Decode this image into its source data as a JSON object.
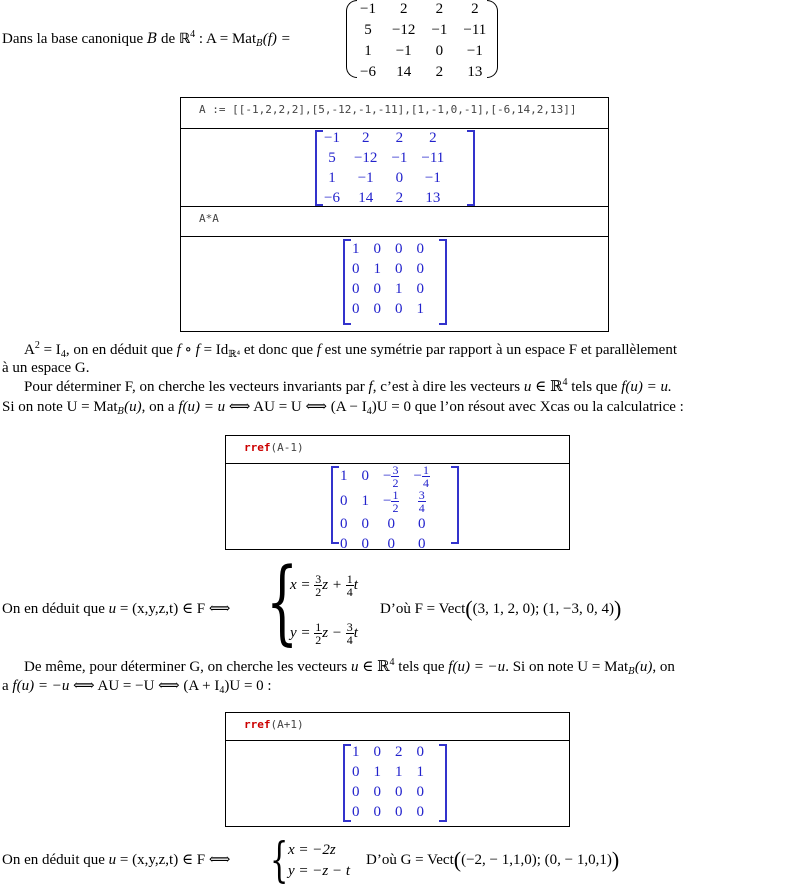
{
  "intro": {
    "text_before": "Dans la base canonique",
    "basis_symbol": "B",
    "text_de": "de",
    "space": "ℝ",
    "space_exp": "4",
    "colon": ":",
    "lhs": "A = Mat",
    "lhs_arg": "(f) =",
    "matrix": [
      [
        "−1",
        "2",
        "2",
        "2"
      ],
      [
        "5",
        "−12",
        "−1",
        "−11"
      ],
      [
        "1",
        "−1",
        "0",
        "−1"
      ],
      [
        "−6",
        "14",
        "2",
        "13"
      ]
    ]
  },
  "xcas1": {
    "cmd1": "A := [[-1,2,2,2],[5,-12,-1,-11],[1,-1,0,-1],[-6,14,2,13]]",
    "out1": [
      [
        "−1",
        "2",
        "2",
        "2"
      ],
      [
        "5",
        "−12",
        "−1",
        "−11"
      ],
      [
        "1",
        "−1",
        "0",
        "−1"
      ],
      [
        "−6",
        "14",
        "2",
        "13"
      ]
    ],
    "cmd2": "A*A",
    "out2": [
      [
        "1",
        "0",
        "0",
        "0"
      ],
      [
        "0",
        "1",
        "0",
        "0"
      ],
      [
        "0",
        "0",
        "1",
        "0"
      ],
      [
        "0",
        "0",
        "0",
        "1"
      ]
    ]
  },
  "para1": {
    "l1a": "A",
    "l1b": "2",
    "l1c": " = I",
    "l1d": "4",
    "l1e": ", on en déduit que ",
    "l1f": "f ∘ f",
    "l1g": " = Id",
    "l1h": "ℝ⁴",
    "l1i": " et donc que ",
    "l1j": "f",
    "l1k": " est une symétrie par rapport à un espace F et parallèlement",
    "l2": "à un espace G."
  },
  "para2": {
    "l1a": "Pour déterminer F, on cherche les vecteurs invariants par ",
    "l1b": "f",
    "l1c": ", c’est à dire les vecteurs ",
    "l1d": "u",
    "l1e": " ∈ ℝ",
    "l1f": "4",
    "l1g": " tels que ",
    "l1h": "f(u) = u.",
    "l2a": "Si on note U = Mat",
    "l2b": "(u)",
    "l2c": ", on a ",
    "l2d": "f(u) = u",
    "l2e": " ⟺ AU = U ⟺ (A − I",
    "l2f": "4",
    "l2g": ")U = 0 que l’on résout avec Xcas ou la calculatrice :"
  },
  "xcas2": {
    "kw": "rref",
    "arg": "(A-1)",
    "rows": [
      [
        "1",
        "0",
        {
          "s": "−",
          "n": "3",
          "d": "2"
        },
        {
          "s": "−",
          "n": "1",
          "d": "4"
        }
      ],
      [
        "0",
        "1",
        {
          "s": "−",
          "n": "1",
          "d": "2"
        },
        {
          "s": "",
          "n": "3",
          "d": "4"
        }
      ],
      [
        "0",
        "0",
        "0",
        "0"
      ],
      [
        "0",
        "0",
        "0",
        "0"
      ]
    ]
  },
  "conclF": {
    "prefix": "On en déduit que ",
    "u": "u",
    "eq": " = (x,y,z,t) ∈ F ⟺",
    "sys1_lhs": "x =",
    "sys1_f1n": "3",
    "sys1_f1d": "2",
    "sys1_z": "z +",
    "sys1_f2n": "1",
    "sys1_f2d": "4",
    "sys1_t": "t",
    "sys2_lhs": "y =",
    "sys2_f1n": "1",
    "sys2_f1d": "2",
    "sys2_z": "z −",
    "sys2_f2n": "3",
    "sys2_f2d": "4",
    "sys2_t": "t",
    "result": "D’où F = Vect",
    "vect": "(3, 1, 2, 0); (1, −3, 0, 4)"
  },
  "para3": {
    "l1a": "De même, pour déterminer G, on cherche les vecteurs ",
    "l1b": "u",
    "l1c": " ∈ ℝ",
    "l1d": "4",
    "l1e": " tels que ",
    "l1f": "f(u) = −u",
    "l1g": ". Si on note U = Mat",
    "l1h": "(u)",
    "l1i": ", on",
    "l2a": "a ",
    "l2b": "f(u) = −u",
    "l2c": " ⟺ AU = −U ⟺ (A + I",
    "l2d": "4",
    "l2e": ")U = 0 :"
  },
  "xcas3": {
    "kw": "rref",
    "arg": "(A+1)",
    "rows": [
      [
        "1",
        "0",
        "2",
        "0"
      ],
      [
        "0",
        "1",
        "1",
        "1"
      ],
      [
        "0",
        "0",
        "0",
        "0"
      ],
      [
        "0",
        "0",
        "0",
        "0"
      ]
    ]
  },
  "conclG": {
    "prefix": "On en déduit que ",
    "u": "u",
    "eq": " = (x,y,z,t) ∈ F ⟺",
    "sys1": "x = −2z",
    "sys2": "y = −z − t",
    "result": "D’où G = Vect",
    "vect": "(−2, − 1,1,0); (0, − 1,0,1)"
  }
}
